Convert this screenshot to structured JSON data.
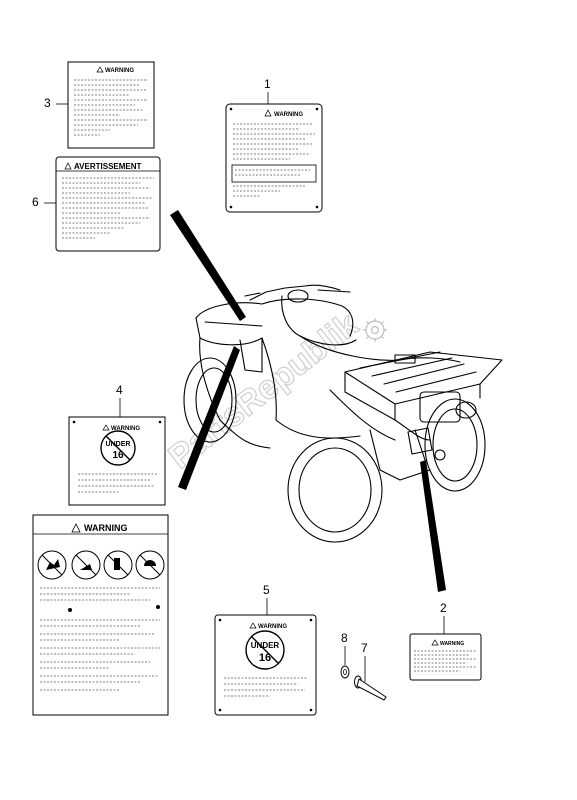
{
  "callouts": {
    "c1": "1",
    "c2": "2",
    "c3": "3",
    "c4": "4",
    "c5": "5",
    "c6": "6",
    "c7": "7",
    "c8": "8"
  },
  "labels": {
    "warning": "WARNING",
    "avertissement": "AVERTISSEMENT",
    "under": "UNDER",
    "age": "16"
  },
  "watermark": "PartsRepublik",
  "colors": {
    "ink": "#000000",
    "watermark": "#cfcfcf"
  }
}
